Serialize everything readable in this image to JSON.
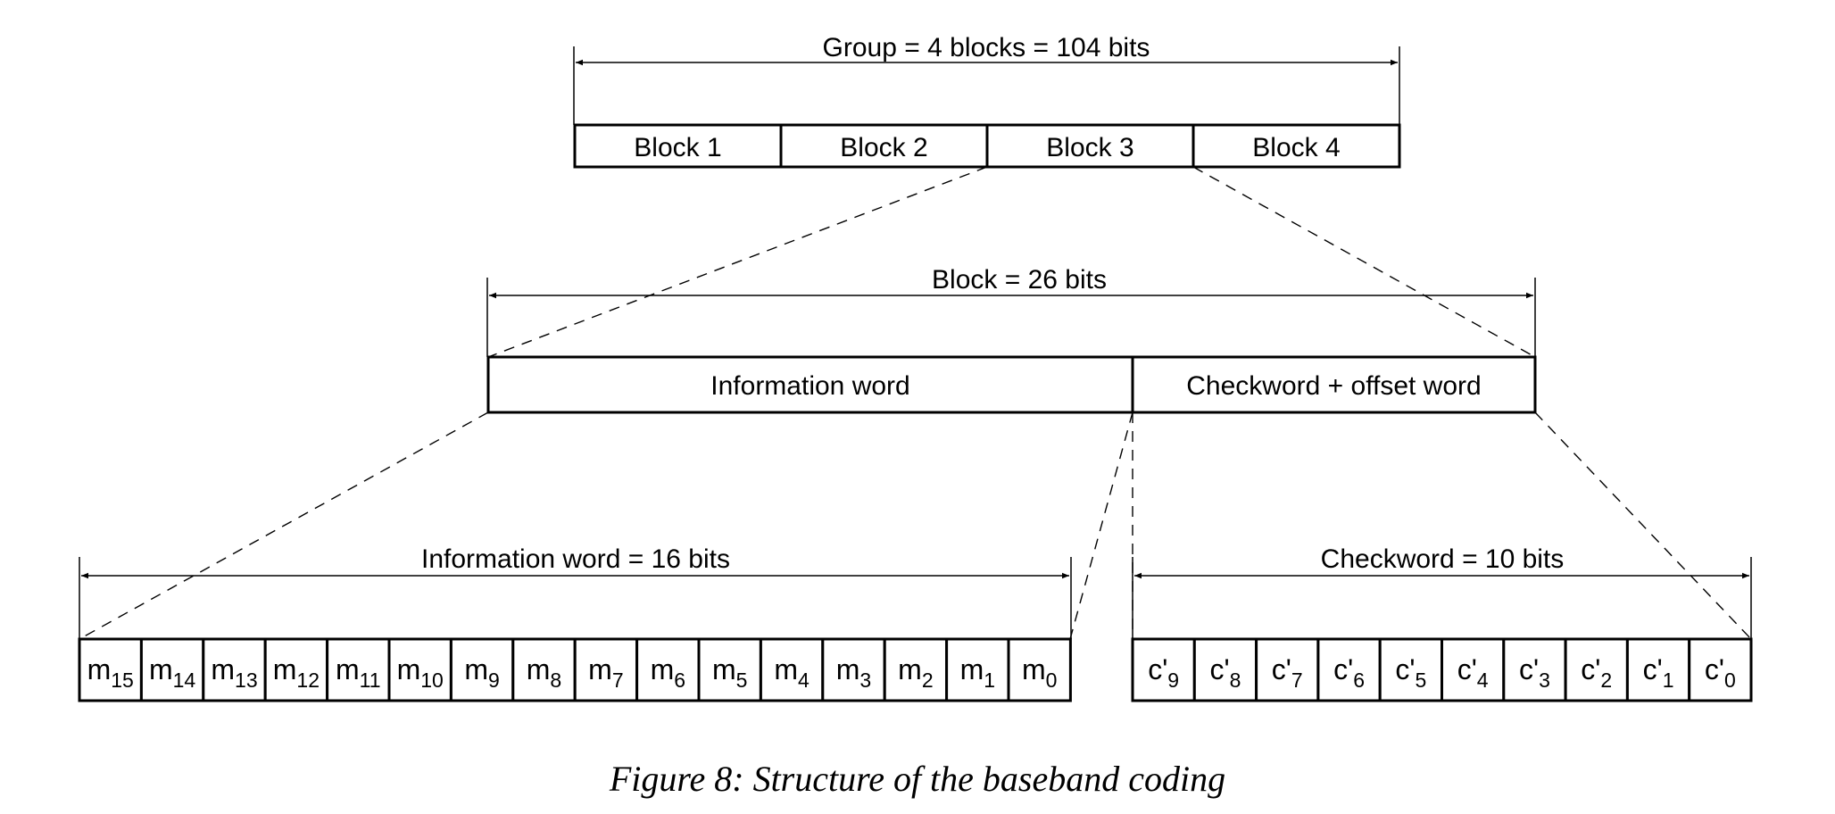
{
  "group": {
    "dimension_label": "Group = 4 blocks = 104 bits",
    "blocks": [
      "Block 1",
      "Block 2",
      "Block 3",
      "Block 4"
    ]
  },
  "block": {
    "dimension_label": "Block = 26 bits",
    "fields": [
      "Information word",
      "Checkword + offset word"
    ]
  },
  "info_word": {
    "dimension_label": "Information word = 16 bits",
    "bit_prefix": "m",
    "bits": [
      "15",
      "14",
      "13",
      "12",
      "11",
      "10",
      "9",
      "8",
      "7",
      "6",
      "5",
      "4",
      "3",
      "2",
      "1",
      "0"
    ]
  },
  "checkword": {
    "dimension_label": "Checkword = 10 bits",
    "bit_prefix": "c'",
    "bits": [
      "9",
      "8",
      "7",
      "6",
      "5",
      "4",
      "3",
      "2",
      "1",
      "0"
    ]
  },
  "caption": "Figure 8:  Structure of the baseband coding"
}
